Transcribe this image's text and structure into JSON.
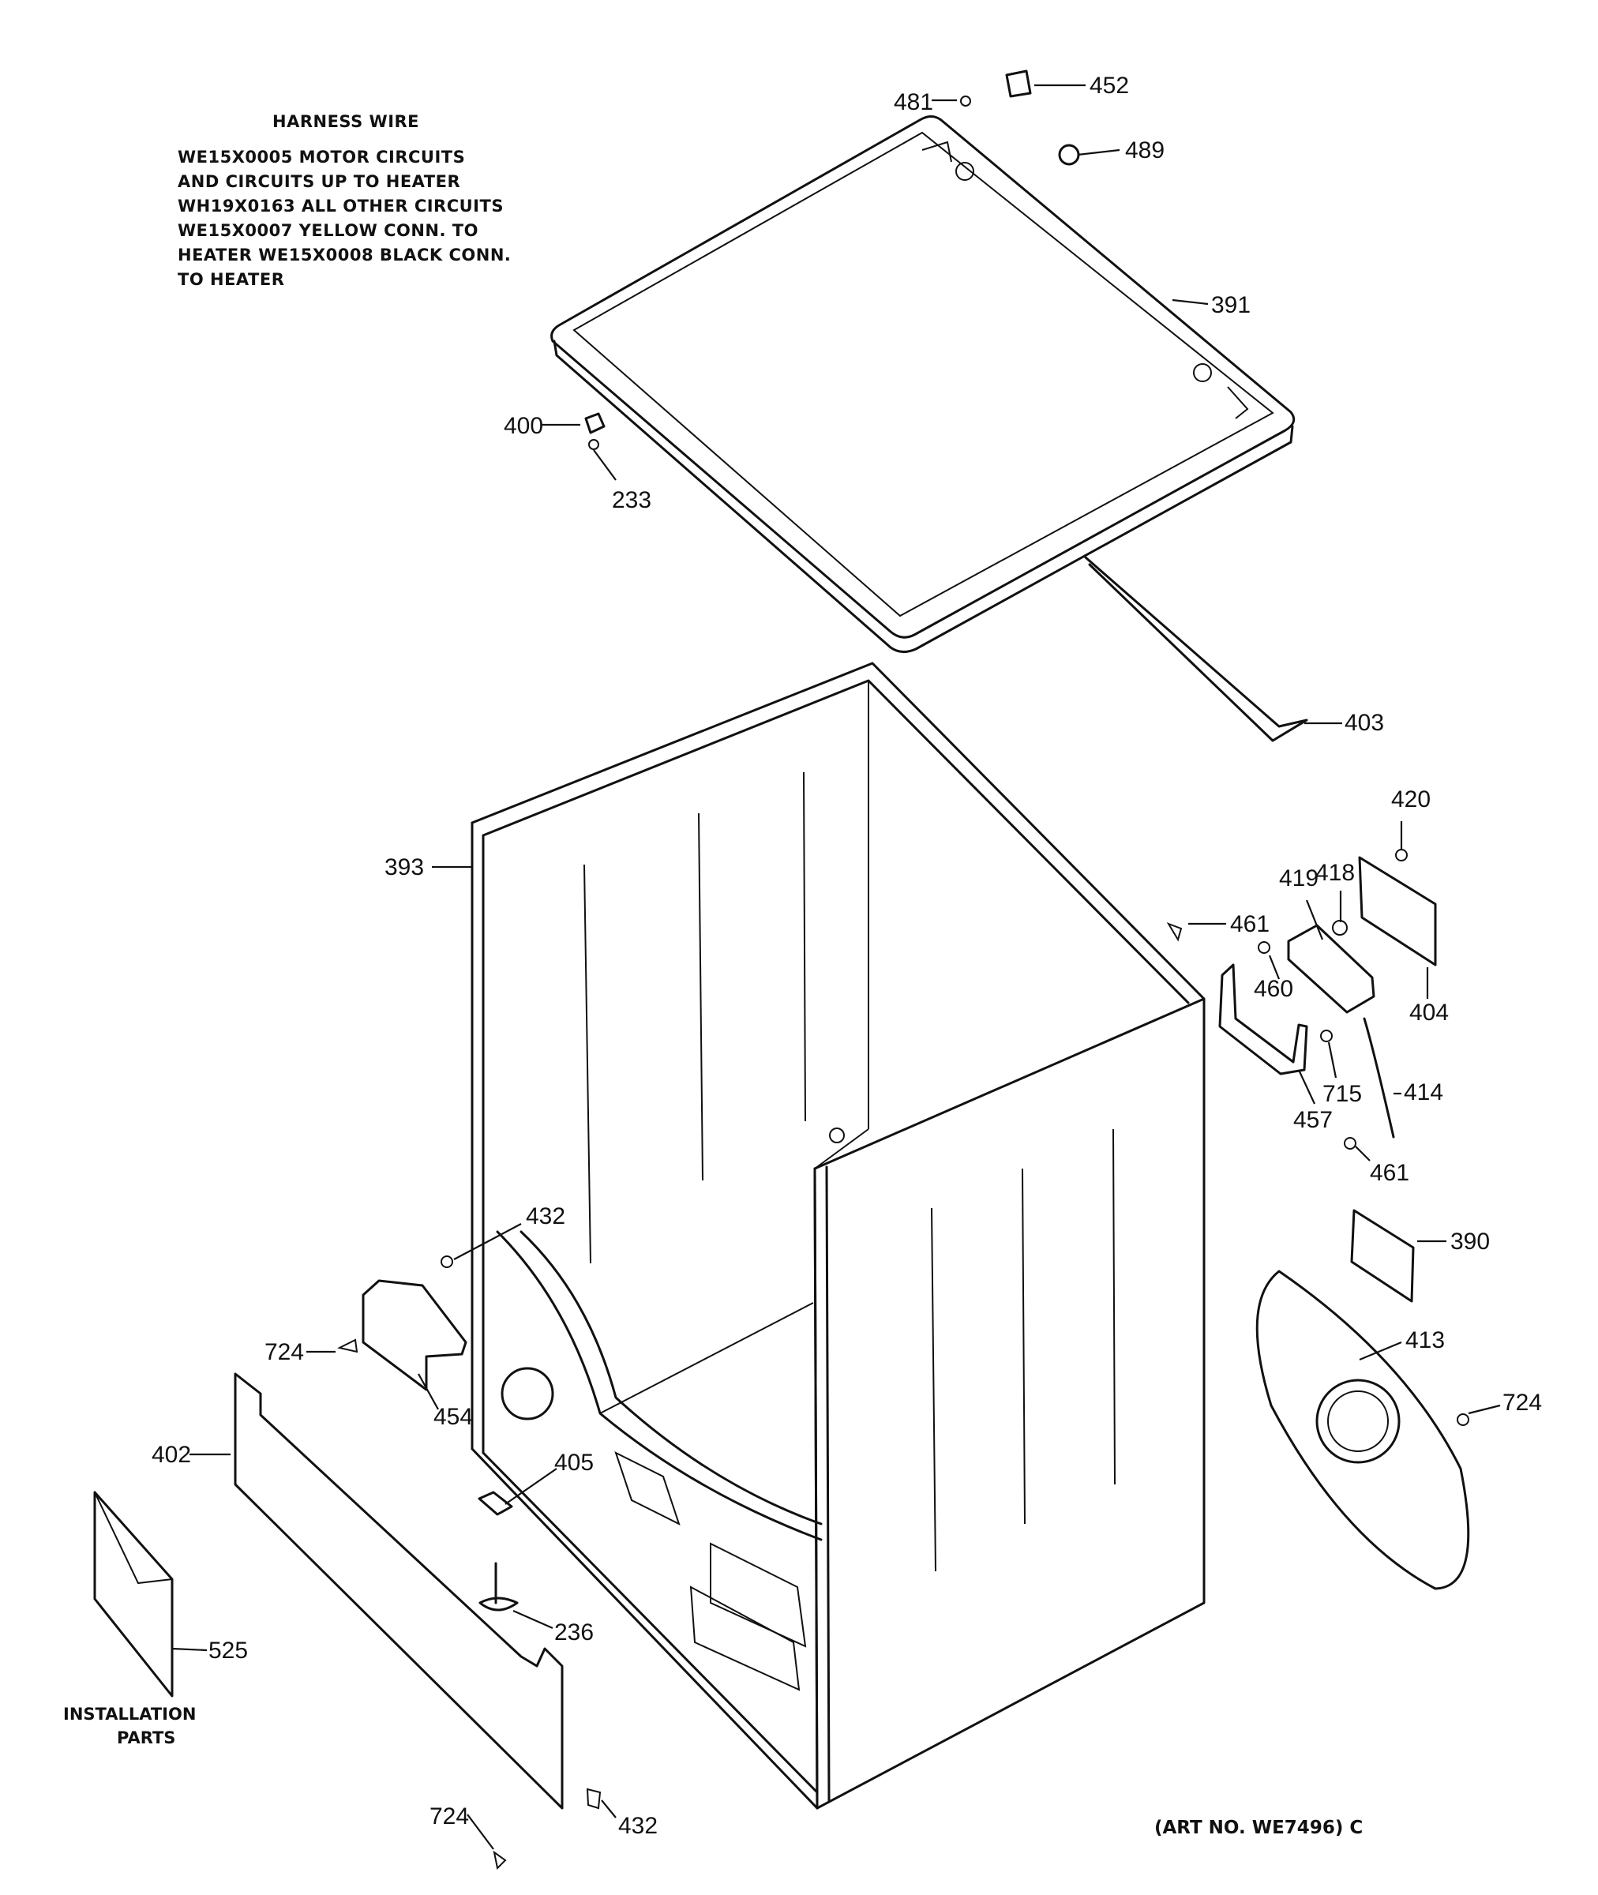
{
  "harness_note": {
    "title": "HARNESS WIRE",
    "lines": [
      "WE15X0005 MOTOR CIRCUITS",
      "AND CIRCUITS UP TO HEATER",
      "WH19X0163 ALL OTHER CIRCUITS",
      "WE15X0007 YELLOW CONN. TO",
      "HEATER WE15X0008 BLACK CONN.",
      "TO HEATER"
    ]
  },
  "part_labels": {
    "p481": "481",
    "p452": "452",
    "p489": "489",
    "p391": "391",
    "p400": "400",
    "p233": "233",
    "p403": "403",
    "p393": "393",
    "p420": "420",
    "p419": "419",
    "p418": "418",
    "p461a": "461",
    "p460": "460",
    "p404": "404",
    "p457": "457",
    "p715": "715",
    "p414": "414",
    "p461b": "461",
    "p390": "390",
    "p432a": "432",
    "p724a": "724",
    "p454": "454",
    "p413": "413",
    "p724b": "724",
    "p402": "402",
    "p405": "405",
    "p236": "236",
    "p525": "525",
    "p724c": "724",
    "p432b": "432"
  },
  "installation_parts": {
    "line1": "INSTALLATION",
    "line2": "PARTS"
  },
  "art_number": "(ART NO. WE7496) C"
}
